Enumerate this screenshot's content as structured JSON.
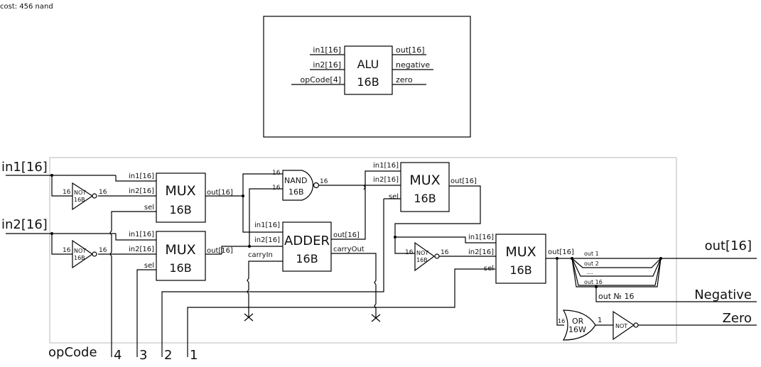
{
  "cost_label": "cost: 456 nand",
  "symbol": {
    "chip_name": "ALU",
    "chip_width": "16B",
    "inputs": [
      "in1[16]",
      "in2[16]",
      "opCode[4]"
    ],
    "outputs": [
      "out[16]",
      "negative",
      "zero"
    ]
  },
  "inputs": {
    "in1": "in1[16]",
    "in2": "in2[16]"
  },
  "not_gate": {
    "name": "NOT",
    "width": "16B",
    "in_bits": "16",
    "out_bits": "16"
  },
  "mux": {
    "name": "MUX",
    "width": "16B",
    "in1": "in1[16]",
    "in2": "in2[16]",
    "sel": "sel",
    "out": "out[16]"
  },
  "nand": {
    "name": "NAND",
    "width": "16B",
    "in1_bits": "16",
    "in2_bits": "16",
    "out_bits": "16"
  },
  "adder": {
    "name": "ADDER",
    "width": "16B",
    "in1": "in1[16]",
    "in2": "in2[16]",
    "carry_in": "carryIn",
    "out": "out[16]",
    "carry_out": "carryOut"
  },
  "splitter": {
    "out1": "out 1",
    "out2": "out 2",
    "ellipsis": "...",
    "out16": "out 16",
    "msb": "out № 16"
  },
  "or_gate": {
    "name": "OR",
    "width": "16W",
    "in_bits": "16",
    "out_bits": "1"
  },
  "not_single": {
    "name": "NOT"
  },
  "outputs": {
    "out": "out[16]",
    "negative": "Negative",
    "zero": "Zero"
  },
  "opcode": {
    "label": "opCode",
    "bits": [
      "4",
      "3",
      "2",
      "1"
    ]
  }
}
